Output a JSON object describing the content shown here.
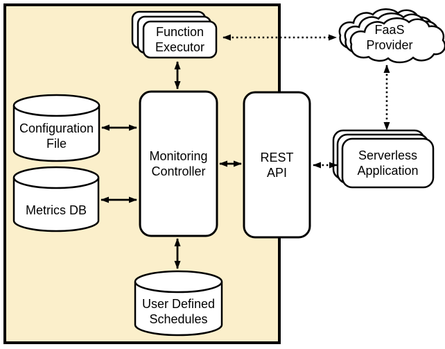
{
  "colors": {
    "container_fill": "#FBEFCB",
    "node_fill": "#FFFFFF",
    "line": "#000000"
  },
  "nodes": {
    "function_executor": {
      "label": "Function\nExecutor",
      "shape": "stacked-rounded-box"
    },
    "faas_provider": {
      "label": "FaaS\nProvider",
      "shape": "cloud-stack"
    },
    "configuration_file": {
      "label": "Configuration\nFile",
      "shape": "cylinder"
    },
    "metrics_db": {
      "label": "Metrics DB",
      "shape": "cylinder"
    },
    "monitoring_controller": {
      "label": "Monitoring\nController",
      "shape": "rounded-box"
    },
    "rest_api": {
      "label": "REST\nAPI",
      "shape": "rounded-box"
    },
    "user_defined_schedules": {
      "label": "User Defined\nSchedules",
      "shape": "cylinder"
    },
    "serverless_application": {
      "label": "Serverless\nApplication",
      "shape": "stacked-rounded-box"
    }
  },
  "edges": [
    {
      "from": "function_executor",
      "to": "monitoring_controller",
      "style": "solid",
      "arrows": "both"
    },
    {
      "from": "configuration_file",
      "to": "monitoring_controller",
      "style": "solid",
      "arrows": "both"
    },
    {
      "from": "metrics_db",
      "to": "monitoring_controller",
      "style": "solid",
      "arrows": "both"
    },
    {
      "from": "user_defined_schedules",
      "to": "monitoring_controller",
      "style": "solid",
      "arrows": "both"
    },
    {
      "from": "monitoring_controller",
      "to": "rest_api",
      "style": "solid",
      "arrows": "both"
    },
    {
      "from": "function_executor",
      "to": "faas_provider",
      "style": "dotted",
      "arrows": "both"
    },
    {
      "from": "serverless_application",
      "to": "faas_provider",
      "style": "dotted",
      "arrows": "both"
    },
    {
      "from": "serverless_application",
      "to": "rest_api",
      "style": "dotted",
      "arrows": "both"
    }
  ]
}
